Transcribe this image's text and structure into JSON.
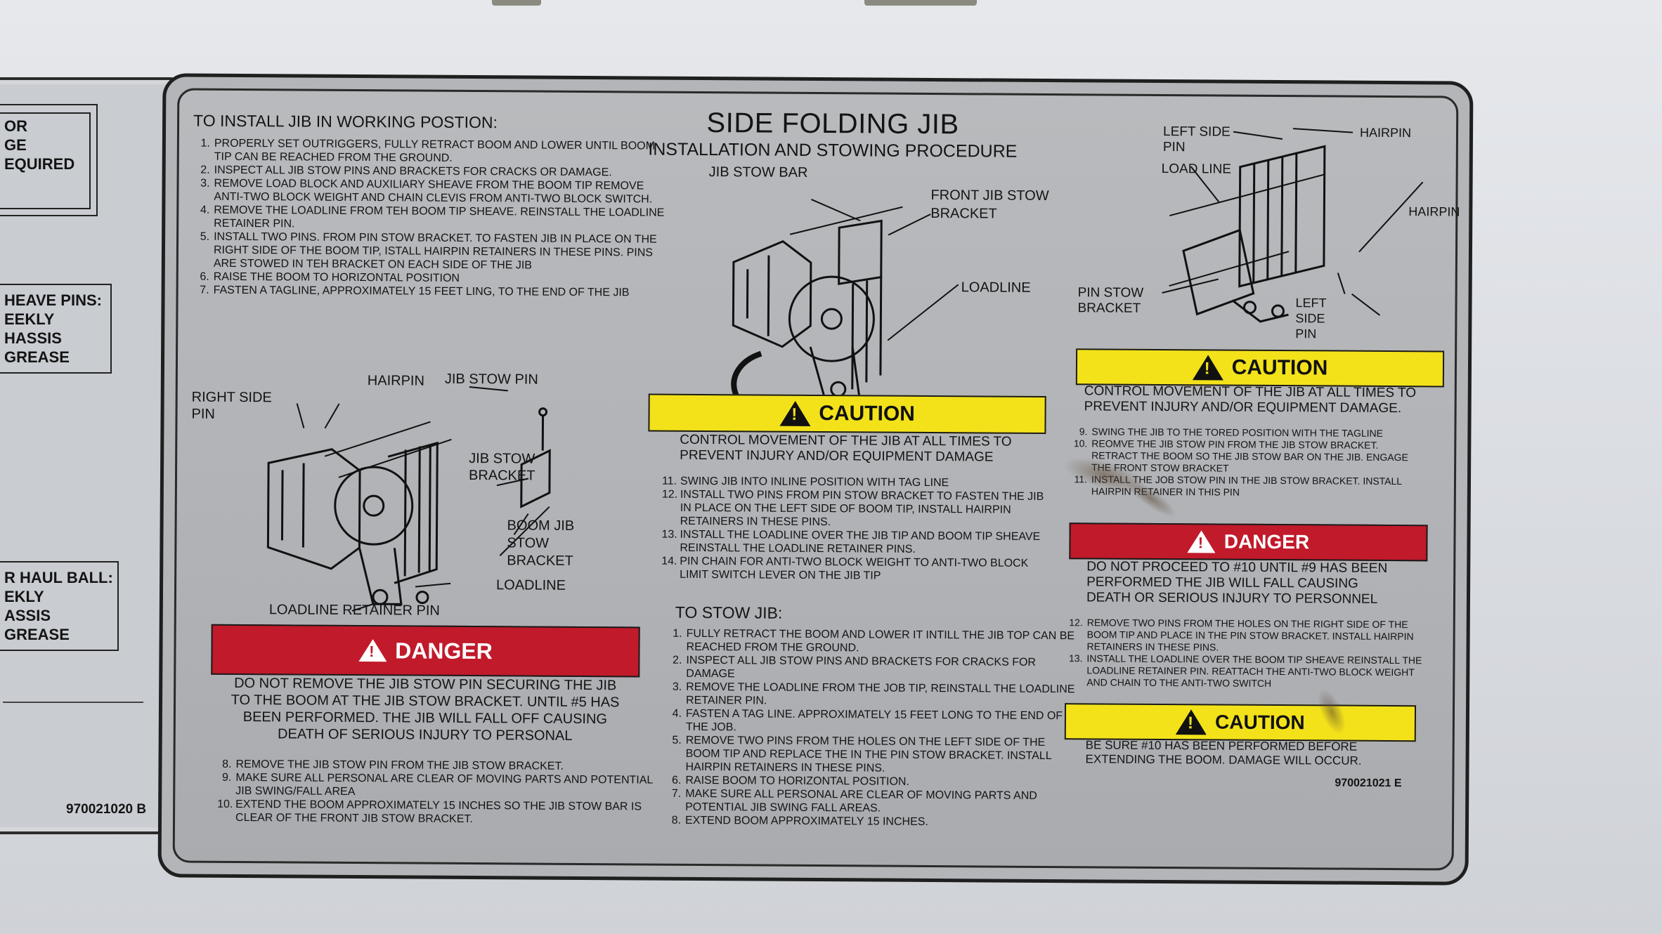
{
  "left_label": {
    "box1_lines": [
      "OR",
      "GE",
      "EQUIRED"
    ],
    "box2_lines": [
      "HEAVE PINS:",
      "EEKLY",
      "HASSIS GREASE"
    ],
    "box3_lines": [
      "R HAUL BALL:",
      "EKLY",
      "ASSIS GREASE"
    ],
    "code": "970021020 B"
  },
  "plate": {
    "title": "SIDE FOLDING JIB",
    "subtitle": "INSTALLATION AND STOWING PROCEDURE",
    "install": {
      "heading": "TO INSTALL JIB IN WORKING POSTION:",
      "steps": [
        {
          "n": "1.",
          "text": "PROPERLY SET OUTRIGGERS, FULLY RETRACT BOOM AND LOWER UNTIL BOOM TIP CAN BE REACHED FROM THE GROUND."
        },
        {
          "n": "2.",
          "text": "INSPECT ALL JIB STOW PINS AND BRACKETS FOR CRACKS OR DAMAGE."
        },
        {
          "n": "3.",
          "text": "REMOVE LOAD BLOCK AND AUXILIARY SHEAVE FROM THE BOOM TIP REMOVE ANTI-TWO BLOCK WEIGHT AND CHAIN CLEVIS FROM ANTI-TWO BLOCK SWITCH."
        },
        {
          "n": "4.",
          "text": "REMOVE THE LOADLINE FROM TEH BOOM TIP SHEAVE. REINSTALL THE LOADLINE RETAINER PIN."
        },
        {
          "n": "5.",
          "text": "INSTALL TWO PINS. FROM PIN STOW BRACKET. TO FASTEN JIB IN PLACE ON THE RIGHT SIDE OF THE BOOM TIP, ISTALL HAIRPIN RETAINERS IN THESE PINS. PINS ARE STOWED IN TEH BRACKET ON EACH SIDE OF THE JIB"
        },
        {
          "n": "6.",
          "text": "RAISE THE BOOM TO HORIZONTAL POSITION"
        },
        {
          "n": "7.",
          "text": "FASTEN A TAGLINE, APPROXIMATELY 15 FEET LING, TO THE END OF THE JIB"
        }
      ]
    },
    "diagram_left": {
      "right_side_pin": "RIGHT SIDE PIN",
      "hairpin": "HAIRPIN",
      "jib_stow_pin": "JIB STOW PIN",
      "jib_stow_bracket": "JIB STOW BRACKET",
      "boom_jib_stow_bracket": "BOOM JIB STOW BRACKET",
      "loadline": "LOADLINE",
      "loadline_retainer_pin": "LOADLINE RETAINER PIN"
    },
    "danger1": {
      "label": "DANGER",
      "text": "DO NOT REMOVE THE JIB STOW PIN SECURING THE JIB TO THE BOOM AT THE JIB STOW BRACKET. UNTIL #5 HAS BEEN PERFORMED. THE JIB WILL FALL OFF CAUSING DEATH OF SERIOUS INJURY TO PERSONAL"
    },
    "steps_8_10": [
      {
        "n": "8.",
        "text": "REMOVE THE JIB STOW PIN FROM THE JIB STOW BRACKET."
      },
      {
        "n": "9.",
        "text": "MAKE SURE ALL PERSONAL ARE CLEAR OF MOVING PARTS AND POTENTIAL JIB SWING/FALL AREA"
      },
      {
        "n": "10.",
        "text": "EXTEND THE BOOM APPROXIMATELY 15 INCHES SO THE JIB STOW BAR IS CLEAR OF THE FRONT JIB STOW BRACKET."
      }
    ],
    "diagram_center": {
      "jib_stow_bar": "JIB STOW BAR",
      "front_jib_stow_bracket": "FRONT JIB STOW BRACKET",
      "loadline": "LOADLINE"
    },
    "caution1": {
      "label": "CAUTION",
      "text": "CONTROL MOVEMENT OF THE JIB AT ALL TIMES TO PREVENT INJURY AND/OR EQUIPMENT DAMAGE"
    },
    "steps_11_14": [
      {
        "n": "11.",
        "text": "SWING JIB INTO INLINE POSITION WITH TAG LINE"
      },
      {
        "n": "12.",
        "text": "INSTALL TWO PINS FROM PIN STOW BRACKET TO FASTEN THE JIB IN PLACE ON THE LEFT SIDE OF BOOM TIP, INSTALL HAIRPIN RETAINERS IN THESE PINS."
      },
      {
        "n": "13.",
        "text": "INSTALL THE LOADLINE OVER THE JIB TIP AND BOOM TIP SHEAVE REINSTALL THE LOADLINE RETAINER PINS."
      },
      {
        "n": "14.",
        "text": "PIN CHAIN FOR ANTI-TWO BLOCK WEIGHT TO ANTI-TWO BLOCK LIMIT SWITCH LEVER ON THE JIB TIP"
      }
    ],
    "stow": {
      "heading": "TO STOW JIB:",
      "steps": [
        {
          "n": "1.",
          "text": "FULLY RETRACT THE BOOM AND LOWER IT INTILL THE JIB TOP CAN BE REACHED FROM THE GROUND."
        },
        {
          "n": "2.",
          "text": "INSPECT ALL JIB STOW PINS AND BRACKETS FOR CRACKS FOR DAMAGE"
        },
        {
          "n": "3.",
          "text": "REMOVE THE LOADLINE FROM THE JOB TIP, REINSTALL THE LOADLINE RETAINER PIN."
        },
        {
          "n": "4.",
          "text": "FASTEN A TAG LINE. APPROXIMATELY 15 FEET LONG TO THE END OF THE JOB."
        },
        {
          "n": "5.",
          "text": "REMOVE TWO PINS FROM THE HOLES ON THE LEFT SIDE OF THE BOOM TIP AND REPLACE THE IN THE PIN STOW BRACKET. INSTALL HAIRPIN RETAINERS IN THESE PINS."
        },
        {
          "n": "6.",
          "text": "RAISE BOOM TO HORIZONTAL POSITION."
        },
        {
          "n": "7.",
          "text": "MAKE SURE ALL PERSONAL ARE CLEAR OF MOVING PARTS AND POTENTIAL JIB SWING FALL AREAS."
        },
        {
          "n": "8.",
          "text": "EXTEND BOOM APPROXIMATELY 15 INCHES."
        }
      ]
    },
    "diagram_right": {
      "left_side_pin": "LEFT SIDE PIN",
      "hairpin_top": "HAIRPIN",
      "load_line": "LOAD LINE",
      "hairpin_side": "HAIRPIN",
      "pin_stow_bracket": "PIN STOW BRACKET",
      "left_side_pin_bottom": "LEFT SIDE PIN"
    },
    "caution2": {
      "label": "CAUTION",
      "text": "CONTROL MOVEMENT OF THE JIB AT ALL TIMES TO PREVENT INJURY AND/OR EQUIPMENT DAMAGE."
    },
    "steps_9_11": [
      {
        "n": "9.",
        "text": "SWING THE JIB TO THE TORED POSITION WITH THE TAGLINE"
      },
      {
        "n": "10.",
        "text": "REOMVE THE JIB STOW PIN FROM THE JIB STOW BRACKET. RETRACT THE BOOM SO THE JIB STOW BAR ON THE JIB. ENGAGE THE FRONT STOW BRACKET"
      },
      {
        "n": "11.",
        "text": "INSTALL THE JOB STOW PIN IN THE JIB STOW BRACKET. INSTALL HAIRPIN RETAINER IN THIS PIN"
      }
    ],
    "danger2": {
      "label": "DANGER",
      "text": "DO NOT PROCEED TO #10 UNTIL #9 HAS BEEN PERFORMED THE JIB WILL FALL CAUSING DEATH OR SERIOUS INJURY TO PERSONNEL"
    },
    "steps_12_13": [
      {
        "n": "12.",
        "text": "REMOVE TWO PINS FROM THE HOLES ON THE RIGHT SIDE OF THE BOOM TIP AND PLACE IN THE PIN STOW BRACKET. INSTALL HAIRPIN RETAINERS IN THESE PINS."
      },
      {
        "n": "13.",
        "text": "INSTALL THE LOADLINE OVER THE BOOM TIP SHEAVE REINSTALL THE LOADLINE RETAINER PIN. REATTACH THE ANTI-TWO BLOCK WEIGHT AND CHAIN TO THE ANTI-TWO SWITCH"
      }
    ],
    "caution3": {
      "label": "CAUTION",
      "text": "BE SURE #10 HAS BEEN PERFORMED BEFORE EXTENDING THE BOOM. DAMAGE WILL OCCUR."
    },
    "code": "970021021 E"
  },
  "colors": {
    "caution_yellow": "#f3e21a",
    "danger_red": "#c11a2b",
    "plate_silver": "#b3b5b9"
  }
}
